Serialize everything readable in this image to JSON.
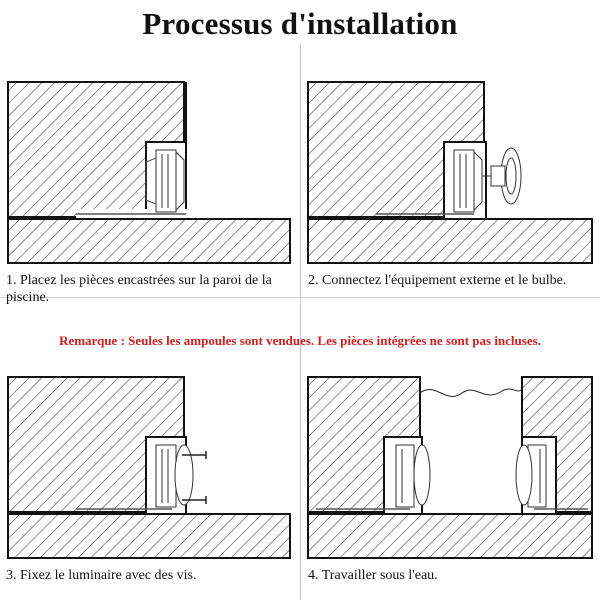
{
  "page": {
    "title": "Processus d'installation",
    "note": "Remarque : Seules les ampoules sont vendues. Les pièces intégrées ne sont pas incluses.",
    "note_color": "#cc1f1f"
  },
  "steps": [
    {
      "caption": "1. Placez les pièces encastrées sur la paroi de la piscine."
    },
    {
      "caption": "2. Connectez l'équipement externe et le bulbe."
    },
    {
      "caption": "3. Fixez le luminaire avec des vis."
    },
    {
      "caption": "4. Travailler sous l'eau."
    }
  ]
}
